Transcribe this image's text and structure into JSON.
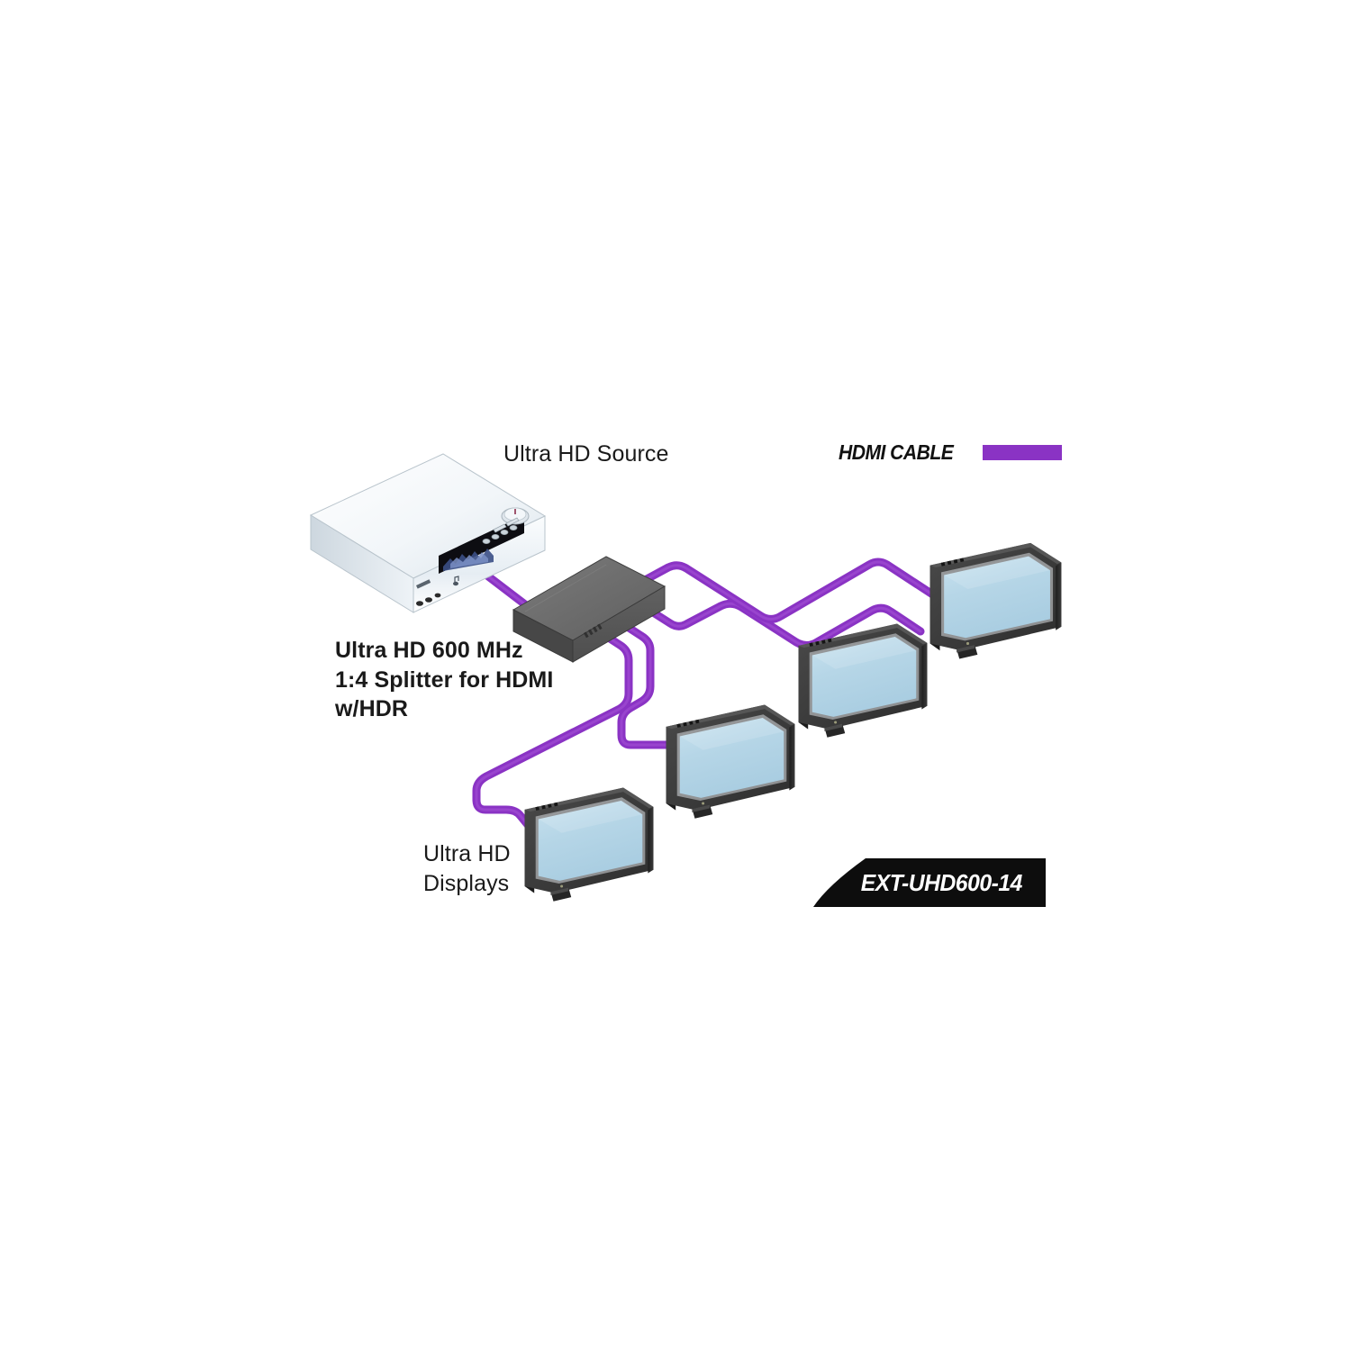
{
  "diagram": {
    "title": "Ultra HD 600 MHz 1:4 Splitter for HDMI w/HDR connection diagram",
    "background_color": "#ffffff"
  },
  "labels": {
    "source": "Ultra HD Source",
    "splitter_line1": "Ultra HD 600 MHz",
    "splitter_line2": "1:4 Splitter for HDMI",
    "splitter_line3": "w/HDR",
    "displays_line1": "Ultra HD",
    "displays_line2": "Displays"
  },
  "legend": {
    "label": "HDMI CABLE",
    "swatch_color": "#8a33c4"
  },
  "model_badge": {
    "text": "EXT-UHD600-14",
    "background_color": "#0d0d0d",
    "text_color": "#ffffff"
  },
  "colors": {
    "cable": "#8a33c4",
    "cable_highlight": "#a855d8",
    "splitter_top": "#6e6e6e",
    "splitter_front": "#5a5a5a",
    "splitter_side": "#4a4a4a",
    "source_top": "#f4f7fa",
    "source_front": "#e3eaf0",
    "source_side": "#ccd6de",
    "display_bezel": "#3c3c3c",
    "display_bezel_dark": "#2a2a2a",
    "display_screen": "#b8d8e8",
    "display_screen_edge": "#cfe4ef",
    "text": "#1a1a1a"
  },
  "devices": {
    "source": {
      "name": "Ultra HD Source",
      "type": "av-receiver"
    },
    "splitter": {
      "name": "Ultra HD 600 MHz 1:4 Splitter for HDMI w/HDR",
      "type": "hdmi-splitter",
      "inputs": 1,
      "outputs": 4
    },
    "displays": [
      {
        "name": "Ultra HD Display 1",
        "position": "far-right-upper"
      },
      {
        "name": "Ultra HD Display 2",
        "position": "right-middle"
      },
      {
        "name": "Ultra HD Display 3",
        "position": "center-lower"
      },
      {
        "name": "Ultra HD Display 4",
        "position": "left-bottom"
      }
    ]
  },
  "connections": [
    {
      "from": "source",
      "to": "splitter",
      "cable": "HDMI CABLE"
    },
    {
      "from": "splitter",
      "to": "display-1",
      "cable": "HDMI CABLE"
    },
    {
      "from": "splitter",
      "to": "display-2",
      "cable": "HDMI CABLE"
    },
    {
      "from": "splitter",
      "to": "display-3",
      "cable": "HDMI CABLE"
    },
    {
      "from": "splitter",
      "to": "display-4",
      "cable": "HDMI CABLE"
    }
  ]
}
